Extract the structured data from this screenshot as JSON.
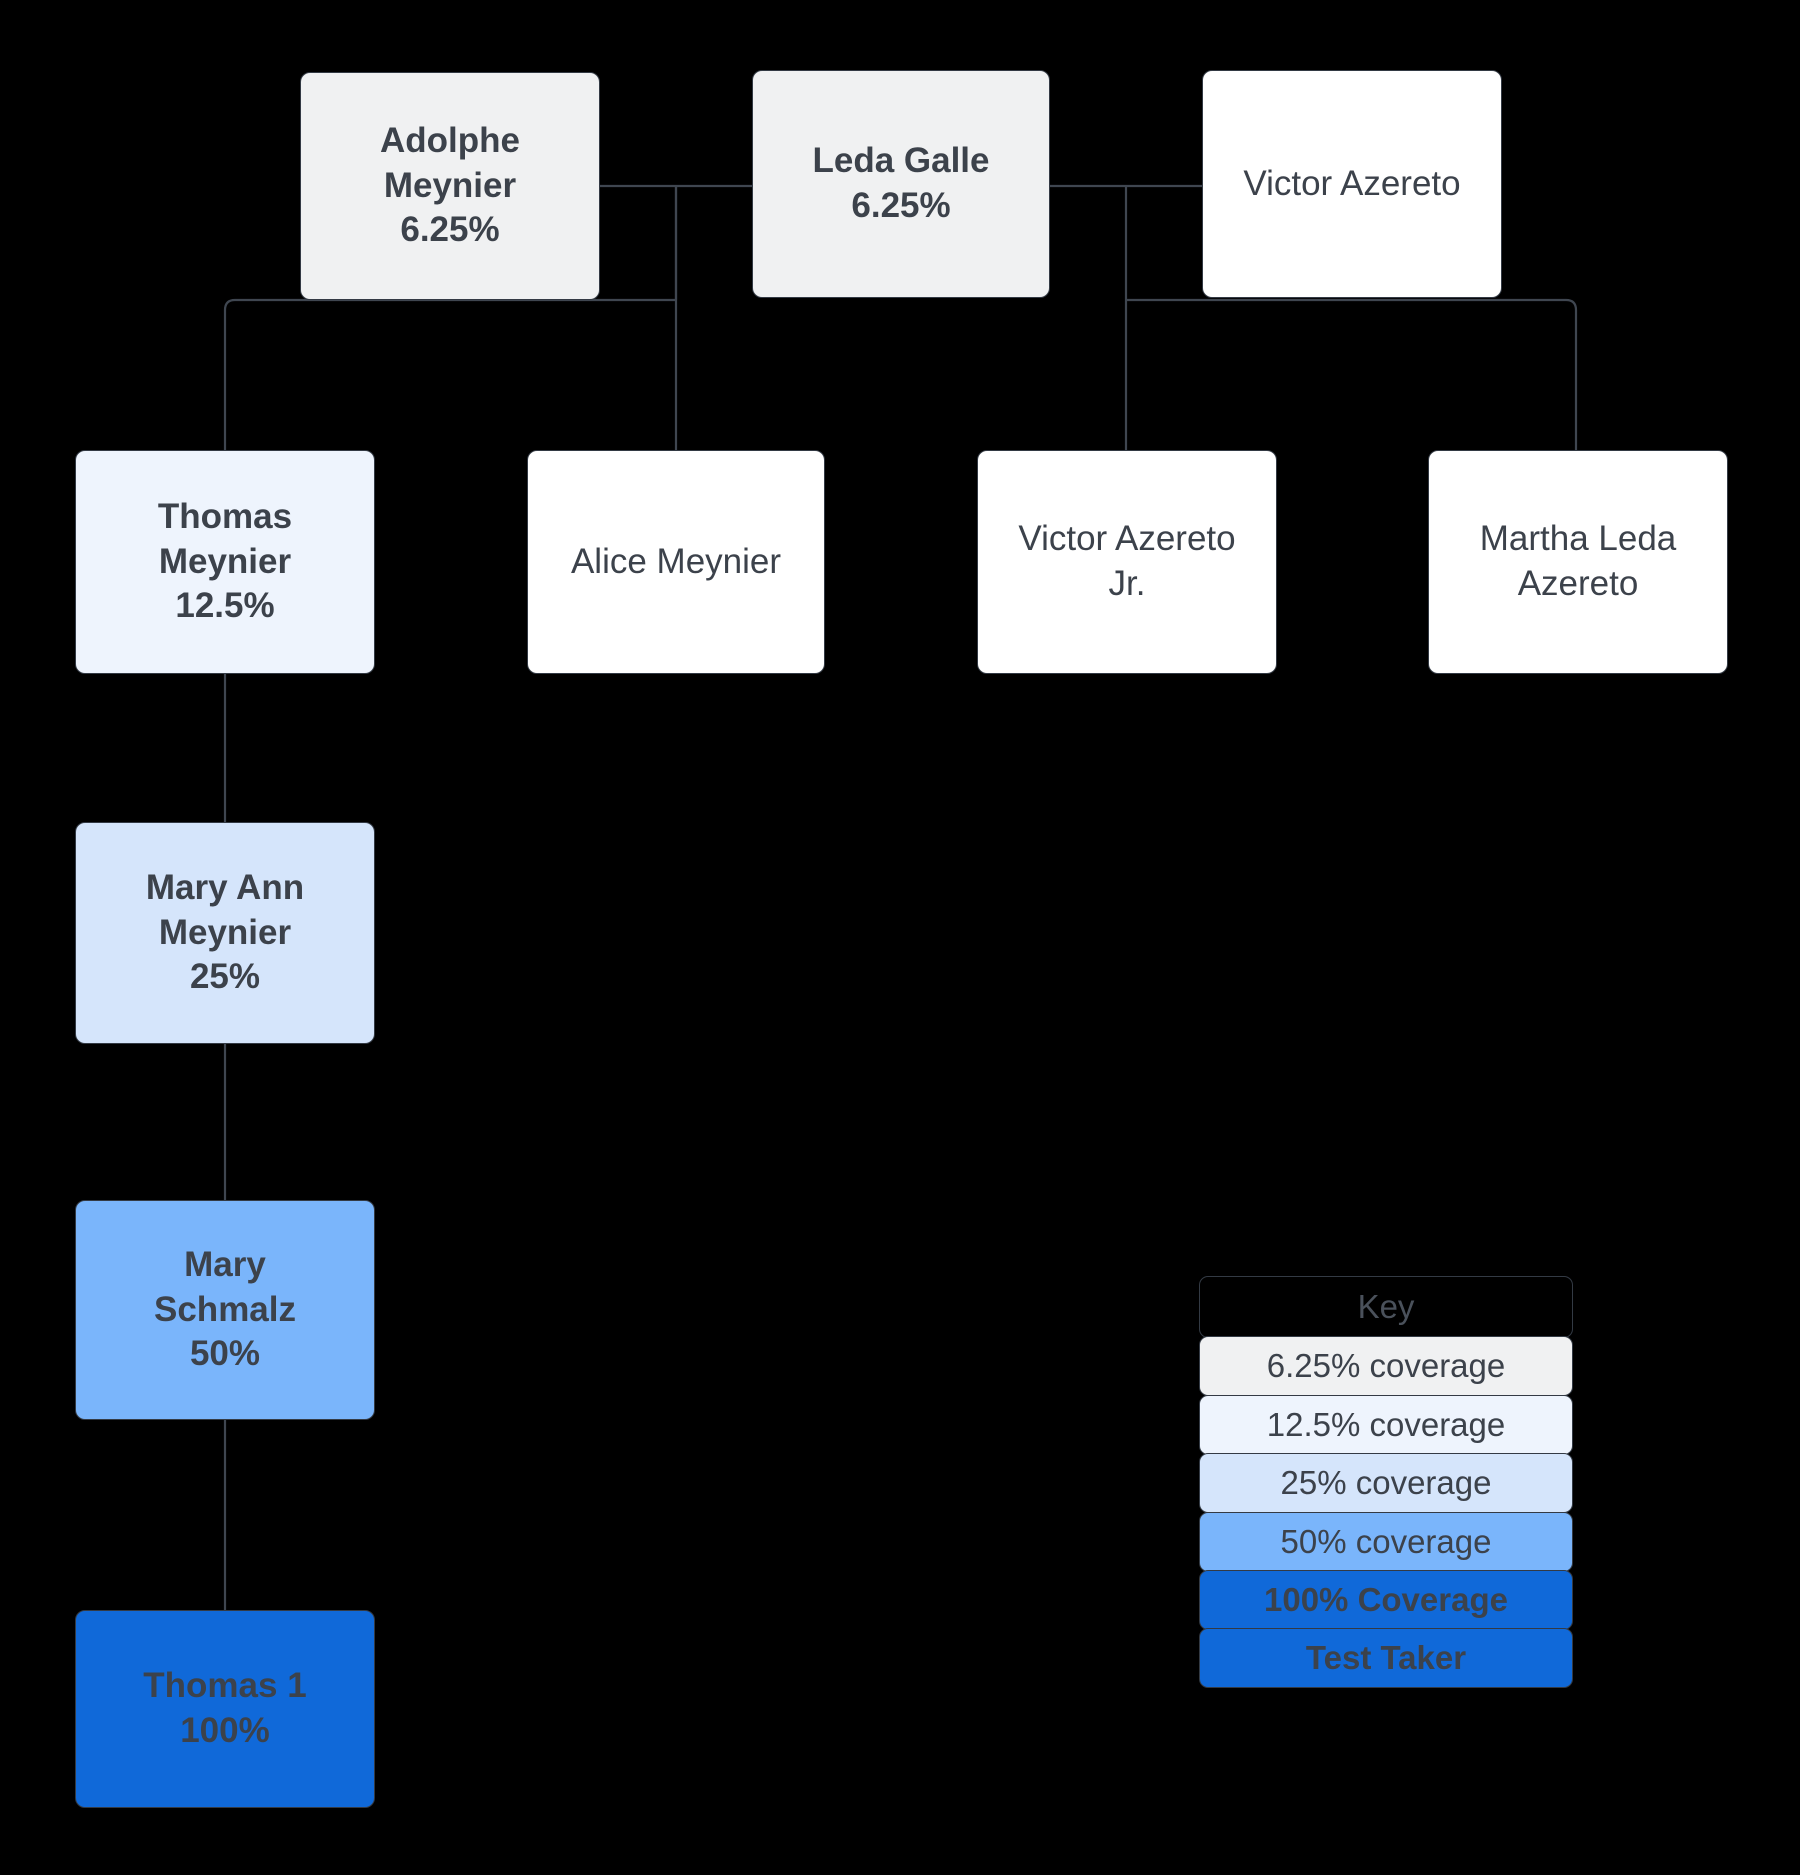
{
  "diagram": {
    "type": "family-tree",
    "title": "DNA coverage family tree",
    "background_color": "#000000",
    "edge_color": "#3f4650",
    "text_color": "#3c424b"
  },
  "coverage_colors": {
    "none": "#ffffff",
    "p6_25": "#f0f1f2",
    "p12_5": "#eef4fd",
    "p25": "#d5e5fb",
    "p50": "#7ab5fb",
    "p100": "#1069d9",
    "test_taker": "#1069d9"
  },
  "nodes": [
    {
      "id": "adolphe",
      "name": "Adolphe Meynier",
      "label": "Adolphe\nMeynier\n6.25%",
      "coverage": "6.25%",
      "tier": "6.25% coverage",
      "generation": 1
    },
    {
      "id": "leda",
      "name": "Leda Galle",
      "label": "Leda Galle\n6.25%",
      "coverage": "6.25%",
      "tier": "6.25% coverage",
      "generation": 1
    },
    {
      "id": "victor",
      "name": "Victor Azereto",
      "label": "Victor Azereto",
      "coverage": "",
      "tier": "no coverage",
      "generation": 1
    },
    {
      "id": "thomas_meynier",
      "name": "Thomas Meynier",
      "label": "Thomas\nMeynier\n12.5%",
      "coverage": "12.5%",
      "tier": "12.5% coverage",
      "generation": 2
    },
    {
      "id": "alice",
      "name": "Alice Meynier",
      "label": "Alice Meynier",
      "coverage": "",
      "tier": "no coverage",
      "generation": 2
    },
    {
      "id": "victor_jr",
      "name": "Victor Azereto Jr.",
      "label": "Victor Azereto\nJr.",
      "coverage": "",
      "tier": "no coverage",
      "generation": 2
    },
    {
      "id": "martha",
      "name": "Martha Leda Azereto",
      "label": "Martha Leda\nAzereto",
      "coverage": "",
      "tier": "no coverage",
      "generation": 2
    },
    {
      "id": "mary_ann",
      "name": "Mary Ann Meynier",
      "label": "Mary Ann\nMeynier\n25%",
      "coverage": "25%",
      "tier": "25% coverage",
      "generation": 3
    },
    {
      "id": "mary_schmalz",
      "name": "Mary Schmalz",
      "label": "Mary\nSchmalz\n50%",
      "coverage": "50%",
      "tier": "50% coverage",
      "generation": 4
    },
    {
      "id": "thomas1",
      "name": "Thomas 1",
      "label": "Thomas 1\n100%",
      "coverage": "100%",
      "tier": "Test Taker",
      "generation": 5
    }
  ],
  "relationships": [
    {
      "type": "marriage",
      "between": [
        "Adolphe Meynier",
        "Leda Galle"
      ]
    },
    {
      "type": "marriage",
      "between": [
        "Leda Galle",
        "Victor Azereto"
      ]
    },
    {
      "type": "child",
      "parents": [
        "Adolphe Meynier",
        "Leda Galle"
      ],
      "child": "Thomas Meynier"
    },
    {
      "type": "child",
      "parents": [
        "Adolphe Meynier",
        "Leda Galle"
      ],
      "child": "Alice Meynier"
    },
    {
      "type": "child",
      "parents": [
        "Leda Galle",
        "Victor Azereto"
      ],
      "child": "Victor Azereto Jr."
    },
    {
      "type": "child",
      "parents": [
        "Leda Galle",
        "Victor Azereto"
      ],
      "child": "Martha Leda Azereto"
    },
    {
      "type": "child",
      "parents": [
        "Thomas Meynier"
      ],
      "child": "Mary Ann Meynier"
    },
    {
      "type": "child",
      "parents": [
        "Mary Ann Meynier"
      ],
      "child": "Mary Schmalz"
    },
    {
      "type": "child",
      "parents": [
        "Mary Schmalz"
      ],
      "child": "Thomas 1"
    }
  ],
  "key": {
    "header": "Key",
    "rows": [
      {
        "label": "6.25% coverage",
        "color": "#f0f1f2",
        "bold": false
      },
      {
        "label": "12.5% coverage",
        "color": "#eef4fd",
        "bold": false
      },
      {
        "label": "25% coverage",
        "color": "#d5e5fb",
        "bold": false
      },
      {
        "label": "50% coverage",
        "color": "#7ab5fb",
        "bold": false
      },
      {
        "label": "100% Coverage",
        "color": "#1069d9",
        "bold": true
      },
      {
        "label": "Test Taker",
        "color": "#1069d9",
        "bold": true
      }
    ]
  }
}
